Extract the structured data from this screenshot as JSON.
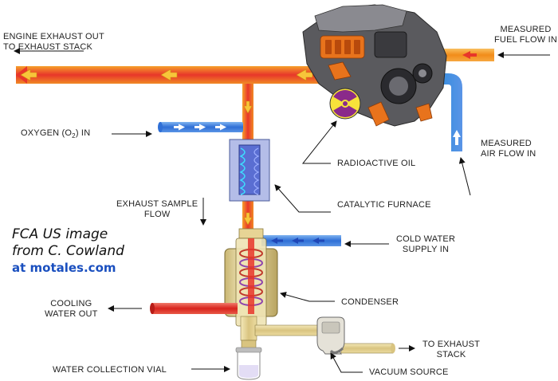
{
  "labels": {
    "engine_exhaust_out": [
      "ENGINE EXHAUST OUT",
      "TO EXHAUST STACK"
    ],
    "measured_fuel_flow": [
      "MEASURED",
      "FUEL FLOW IN"
    ],
    "oxygen_in_prefix": "OXYGEN (O",
    "oxygen_in_sub": "2",
    "oxygen_in_suffix": ") IN",
    "measured_air_flow": [
      "MEASURED",
      "AIR FLOW IN"
    ],
    "radioactive_oil": "RADIOACTIVE OIL",
    "exhaust_sample_flow": [
      "EXHAUST SAMPLE",
      "FLOW"
    ],
    "catalytic_furnace": "CATALYTIC FURNACE",
    "cold_water_supply": [
      "COLD WATER",
      "SUPPLY IN"
    ],
    "cooling_water_out": [
      "COOLING",
      "WATER OUT"
    ],
    "condenser": "CONDENSER",
    "to_exhaust_stack": [
      "TO EXHAUST",
      "STACK"
    ],
    "water_collection_vial": "WATER COLLECTION VIAL",
    "vacuum_source": "VACUUM SOURCE"
  },
  "credit": {
    "line1": "FCA US image",
    "line2": "from C. Cowland",
    "line3": "at motales.com"
  },
  "colors": {
    "exhaust_red": "#e8362a",
    "exhaust_orange": "#f28c1a",
    "air_blue": "#3b8ee0",
    "oxygen_blue": "#2f6fd6",
    "cold_water_blue": "#2b63d1",
    "cooling_red": "#d8231d",
    "condenser_tan": "#ddd097",
    "vacuum_tan": "#e7d495",
    "furnace_fill": "#b4bde8",
    "credit_link": "#1a4fbf"
  }
}
